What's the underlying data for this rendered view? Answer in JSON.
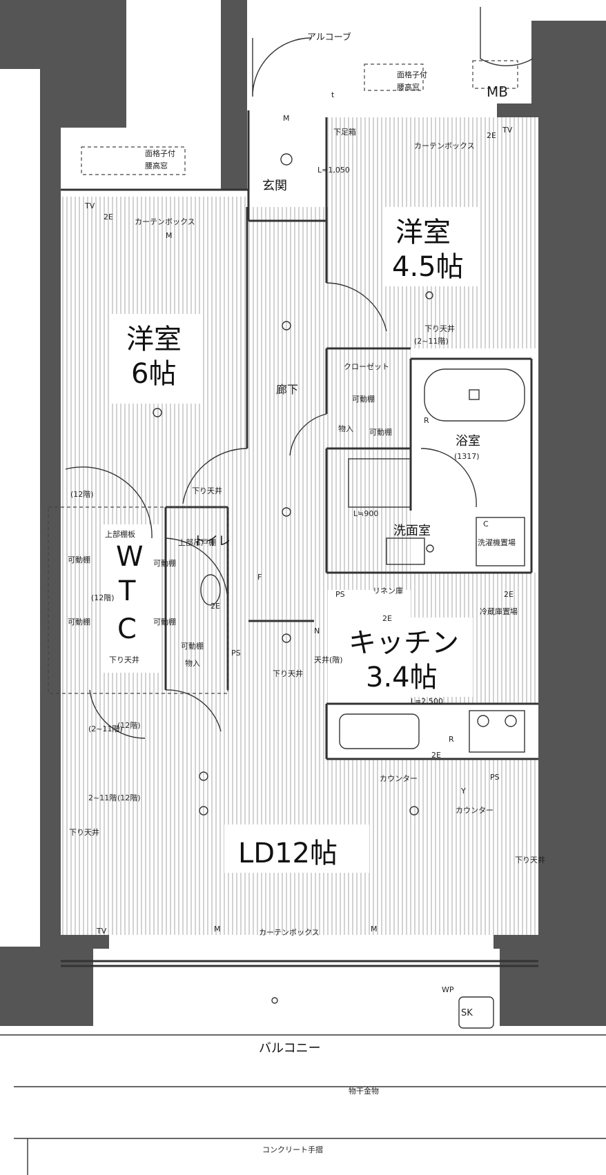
{
  "labels": {
    "alcove": "アルコーブ",
    "lattice_window_top": "面格子付",
    "lattice_window_top2": "腰高窓",
    "mb": "MB",
    "lattice_window_left": "面格子付",
    "lattice_window_left2": "腰高窓",
    "genkan": "玄関",
    "geta": "下足箱",
    "geta_len": "L=1,050",
    "curtain_box_left": "カーテンボックス",
    "curtain_box_right": "カーテンボックス",
    "youshitsu_45_name": "洋室",
    "youshitsu_45_size": "4.5帖",
    "youshitsu_6_name": "洋室",
    "youshitsu_6_size": "6帖",
    "lowered_ceiling_a": "下り天井",
    "lowered_ceiling_a2": "(2~11階)",
    "closet": "クローゼット",
    "movable_shelf_1": "可動棚",
    "corridor": "廊下",
    "storage_1": "物入",
    "movable_shelf_2": "可動棚",
    "bathroom": "浴室",
    "bathroom_size": "(1317)",
    "lowered_ceiling_b": "下り天井",
    "floor12_a": "(12階)",
    "upper_shelf": "上部棚板",
    "upper_cabinet": "上部吊戸棚",
    "toilet": "トイレ",
    "l900": "L≒900",
    "washroom": "洗面室",
    "washer_area": "洗濯機置場",
    "linen": "リネン庫",
    "ps1": "PS",
    "w": "W",
    "t": "T",
    "c": "C",
    "movable_shelf_w1": "可動棚",
    "movable_shelf_w2": "可動棚",
    "movable_shelf_w3": "可動棚",
    "movable_shelf_w4": "可動棚",
    "floor12_b": "(12階)",
    "lowered_ceiling_wtc": "下り天井",
    "movable_shelf_3": "可動棚",
    "storage_2": "物入",
    "ps2": "PS",
    "fridge": "冷蔵庫置場",
    "kitchen_name": "キッチン",
    "kitchen_size": "3.4帖",
    "lowered_ceiling_c": "下り天井",
    "ceiling_floor": "天井(階)",
    "l2500": "L=2,500",
    "counter_1": "カウンター",
    "ps3": "PS",
    "counter_2": "カウンター",
    "lowered_ceiling_d": "下り天井",
    "floor_2_1": "(2~11階)",
    "floor12_c": "(12階)",
    "floor_2_11": "2~11階",
    "floor12_d": "(12階)",
    "lowered_ceiling_e": "下り天井",
    "ld_name": "LD12帖",
    "curtain_box_bottom": "カーテンボックス",
    "wp": "WP",
    "sk": "SK",
    "balcony": "バルコニー",
    "drying_hardware": "物干金物",
    "handrail": "コンクリート手摺",
    "el_2e_a": "2E",
    "el_2e_b": "2E",
    "el_2e_c": "2E",
    "el_2e_d": "2E",
    "el_2e_e": "2E",
    "el_2e_f": "2E",
    "el_m_a": "M",
    "el_m_b": "M",
    "el_m_c": "M",
    "el_m_d": "M",
    "el_r1": "R",
    "el_r2": "R",
    "el_c": "C",
    "el_f": "F",
    "el_n": "N",
    "el_t": "t",
    "el_y": "Y",
    "el_tv_a": "TV",
    "el_tv_b": "TV",
    "el_tv_c": "TV"
  },
  "colors": {
    "wall": "#555555",
    "floor_stripe": "#b5b5b5",
    "line": "#333333",
    "label_box": "#ffffff"
  }
}
